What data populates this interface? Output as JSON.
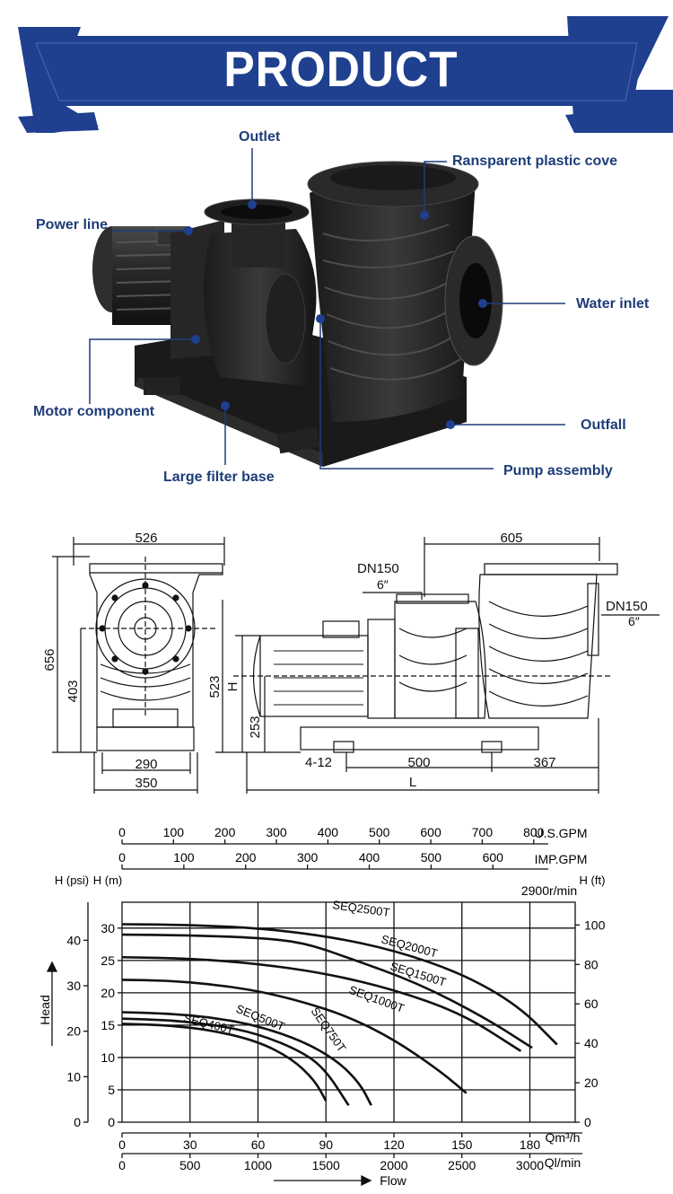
{
  "banner": {
    "title": "PRODUCT PARAMETERS",
    "color": "#1f3f8f"
  },
  "callouts": {
    "outlet": "Outlet",
    "cover": "Ransparent plastic cove",
    "power_line": "Power line",
    "water_inlet": "Water inlet",
    "motor_component": "Motor component",
    "outfall": "Outfall",
    "filter_base": "Large filter base",
    "pump_assembly": "Pump assembly"
  },
  "dimensions": {
    "front_width": "526",
    "front_height": "656",
    "front_axis_height": "403",
    "base_inner": "290",
    "base_outer": "350",
    "side_length_top": "605",
    "outlet_dn": "DN150",
    "outlet_inch": "6″",
    "inlet_dn": "DN150",
    "inlet_inch": "6″",
    "axis_height": "523",
    "h_label": "H",
    "base_height": "253",
    "bolt_holes": "4-12",
    "bolt_span": "500",
    "rear_offset": "367",
    "total_length": "L"
  },
  "chart_data": {
    "type": "line",
    "title": "",
    "annotation": "2900r/min",
    "xlabel": "Flow",
    "ylabel": "Head",
    "x_unit_primary": "Qm³/h",
    "x_unit_secondary": "Ql/min",
    "x_top_us": "U.S.GPM",
    "x_top_imp": "IMP.GPM",
    "y_left_m": "H (m)",
    "y_left_psi": "H (psi)",
    "y_right_ft": "H (ft)",
    "xlim": [
      0,
      200
    ],
    "ylim": [
      0,
      34
    ],
    "x_ticks": [
      0,
      30,
      60,
      90,
      120,
      150,
      180
    ],
    "x_ticks_lmin": [
      0,
      500,
      1000,
      1500,
      2000,
      2500,
      3000
    ],
    "x_ticks_usgpm": [
      0,
      100,
      200,
      300,
      400,
      500,
      600,
      700,
      800
    ],
    "x_ticks_impgpm": [
      0,
      100,
      200,
      300,
      400,
      500,
      600
    ],
    "y_ticks_m": [
      0,
      5,
      10,
      15,
      20,
      25,
      30
    ],
    "y_ticks_psi": [
      0,
      10,
      20,
      30,
      40
    ],
    "y_ticks_ft": [
      0,
      20,
      40,
      60,
      80,
      100
    ],
    "grid": true,
    "series": [
      {
        "name": "SEQ2500T",
        "x": [
          0,
          30,
          60,
          90,
          120,
          150,
          175,
          192
        ],
        "y": [
          30.6,
          30.5,
          30,
          28.8,
          26.6,
          23,
          18,
          12
        ]
      },
      {
        "name": "SEQ2000T",
        "x": [
          0,
          30,
          60,
          80,
          100,
          130,
          160,
          181
        ],
        "y": [
          29,
          28.9,
          28.5,
          27.8,
          25.4,
          21.6,
          16.2,
          11.5
        ]
      },
      {
        "name": "SEQ1500T",
        "x": [
          0,
          30,
          60,
          90,
          120,
          150,
          176
        ],
        "y": [
          25.5,
          25.3,
          24.5,
          23,
          20.5,
          16.8,
          11
        ]
      },
      {
        "name": "SEQ1000T",
        "x": [
          0,
          20,
          40,
          60,
          80,
          100,
          120,
          140,
          152
        ],
        "y": [
          22,
          21.9,
          21.3,
          20.3,
          18.6,
          16.3,
          12.8,
          8,
          4.5
        ]
      },
      {
        "name": "SEQ750T",
        "x": [
          0,
          20,
          40,
          60,
          80,
          95,
          105,
          110
        ],
        "y": [
          17,
          16.8,
          16.2,
          14.9,
          12.5,
          9.5,
          6,
          2.6
        ]
      },
      {
        "name": "SEQ500T",
        "x": [
          0,
          20,
          40,
          60,
          80,
          90,
          100
        ],
        "y": [
          16,
          15.8,
          15.1,
          13.7,
          10.8,
          8,
          2.6
        ]
      },
      {
        "name": "SEQ400T",
        "x": [
          0,
          20,
          40,
          60,
          75,
          85,
          90
        ],
        "y": [
          15.2,
          15,
          14.2,
          12.5,
          9.8,
          6.5,
          3.3
        ]
      }
    ]
  }
}
